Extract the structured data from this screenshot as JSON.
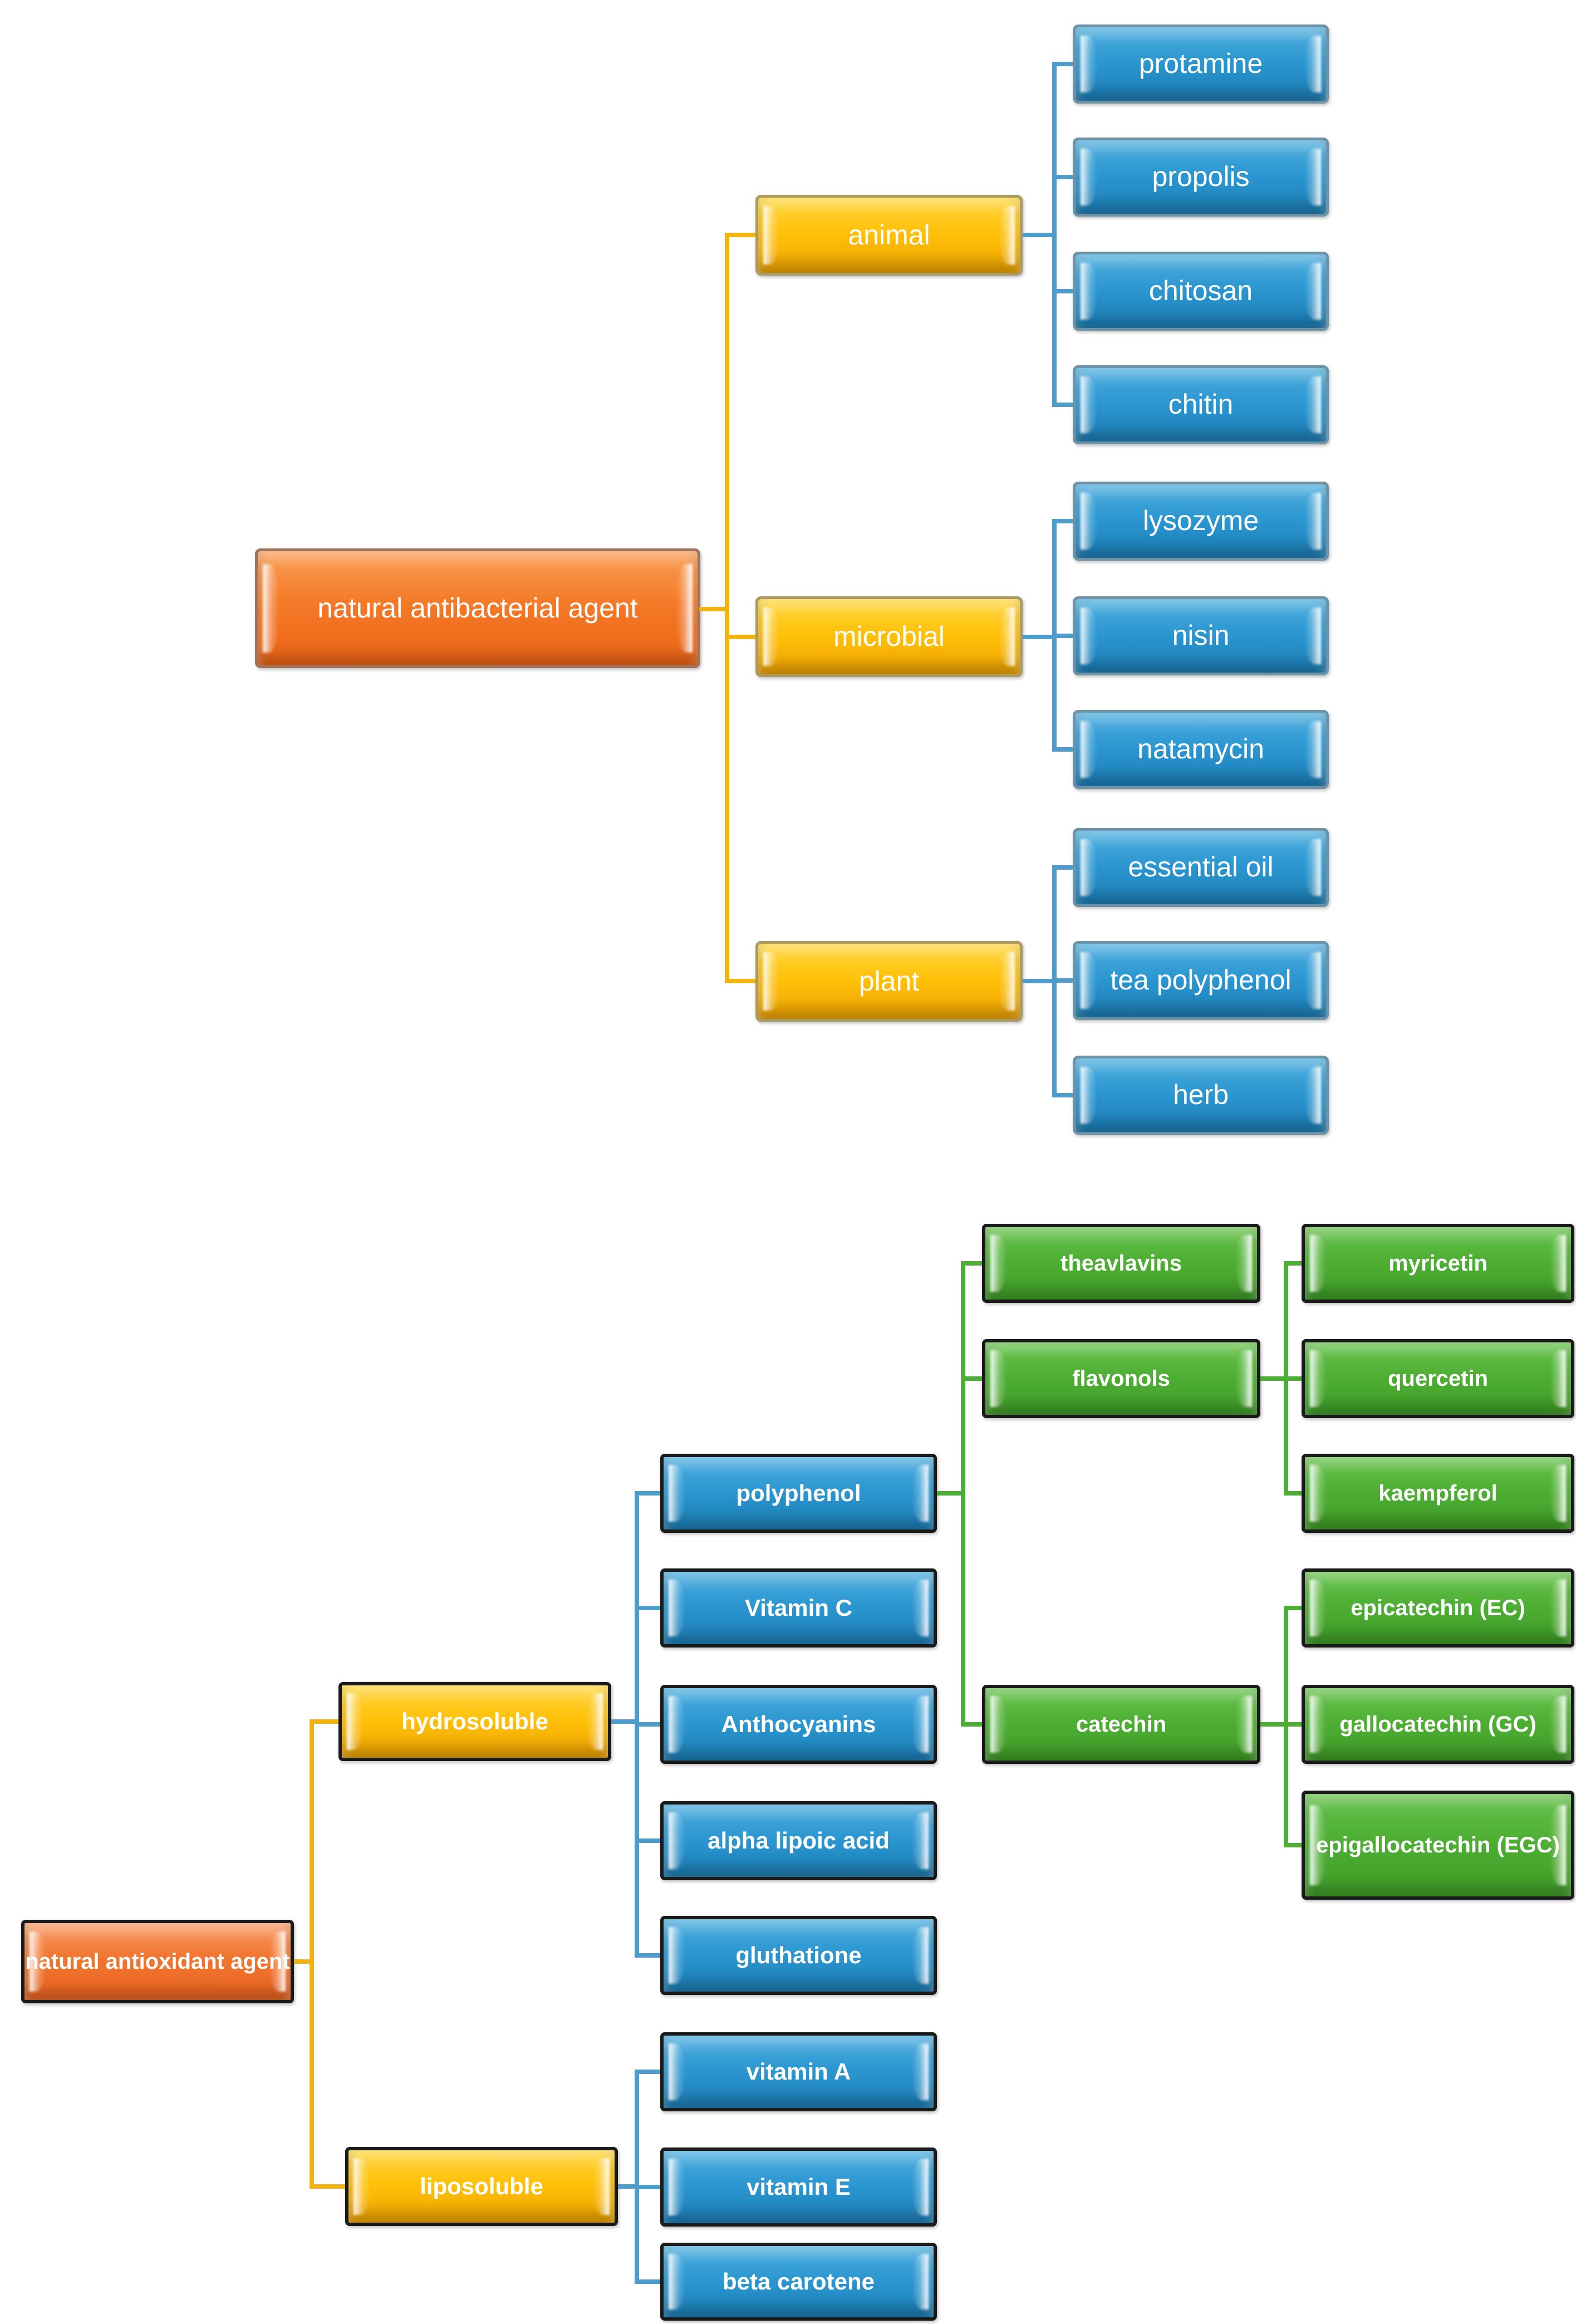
{
  "colors": {
    "text": "#ffffff",
    "background": "#ffffff",
    "orange1_light": "#f99d55",
    "orange1_mid": "#f47a28",
    "orange1_dark": "#ec6316",
    "orange1_border": "#a2735c",
    "orange2_light": "#f89a64",
    "orange2_mid": "#f1752f",
    "orange2_dark": "#ea6420",
    "gold_light": "#ffd63c",
    "gold_mid": "#ffc008",
    "gold_dark": "#efa402",
    "gold1_border": "#ab9a62",
    "blue_light": "#4aadde",
    "blue_mid": "#2b96d0",
    "blue_dark": "#1c7fb7",
    "blue1_border": "#6f93a6",
    "green_light": "#66c14b",
    "green_mid": "#4dae33",
    "green_dark": "#3f9c27",
    "dark_border": "#1a1a1a",
    "line_gold": "#f0b30f",
    "line_blue": "#4f9ccb",
    "line_green": "#4ead36"
  },
  "antibacterial_tree": {
    "root": {
      "label": "natural antibacterial agent"
    },
    "branches": [
      {
        "label": "animal",
        "children": [
          {
            "label": "protamine"
          },
          {
            "label": "propolis"
          },
          {
            "label": "chitosan"
          },
          {
            "label": "chitin"
          }
        ]
      },
      {
        "label": "microbial",
        "children": [
          {
            "label": "lysozyme"
          },
          {
            "label": "nisin"
          },
          {
            "label": "natamycin"
          }
        ]
      },
      {
        "label": "plant",
        "children": [
          {
            "label": "essential oil"
          },
          {
            "label": "tea polyphenol"
          },
          {
            "label": "herb"
          }
        ]
      }
    ]
  },
  "antioxidant_tree": {
    "root": {
      "label": "natural antioxidant agent"
    },
    "branches": [
      {
        "label": "hydrosoluble",
        "children": [
          {
            "label": "polyphenol",
            "children": [
              {
                "label": "theavlavins"
              },
              {
                "label": "flavonols",
                "children": [
                  {
                    "label": "myricetin"
                  },
                  {
                    "label": "quercetin"
                  },
                  {
                    "label": "kaempferol"
                  }
                ]
              },
              {
                "label": "catechin",
                "children": [
                  {
                    "label": "epicatechin (EC)"
                  },
                  {
                    "label": "gallocatechin (GC)"
                  },
                  {
                    "label": "epigallocatechin (EGC)"
                  }
                ]
              }
            ]
          },
          {
            "label": "Vitamin C"
          },
          {
            "label": "Anthocyanins"
          },
          {
            "label": "alpha lipoic acid"
          },
          {
            "label": "gluthatione"
          }
        ]
      },
      {
        "label": "liposoluble",
        "children": [
          {
            "label": "vitamin A"
          },
          {
            "label": "vitamin E"
          },
          {
            "label": "beta carotene"
          }
        ]
      }
    ]
  }
}
